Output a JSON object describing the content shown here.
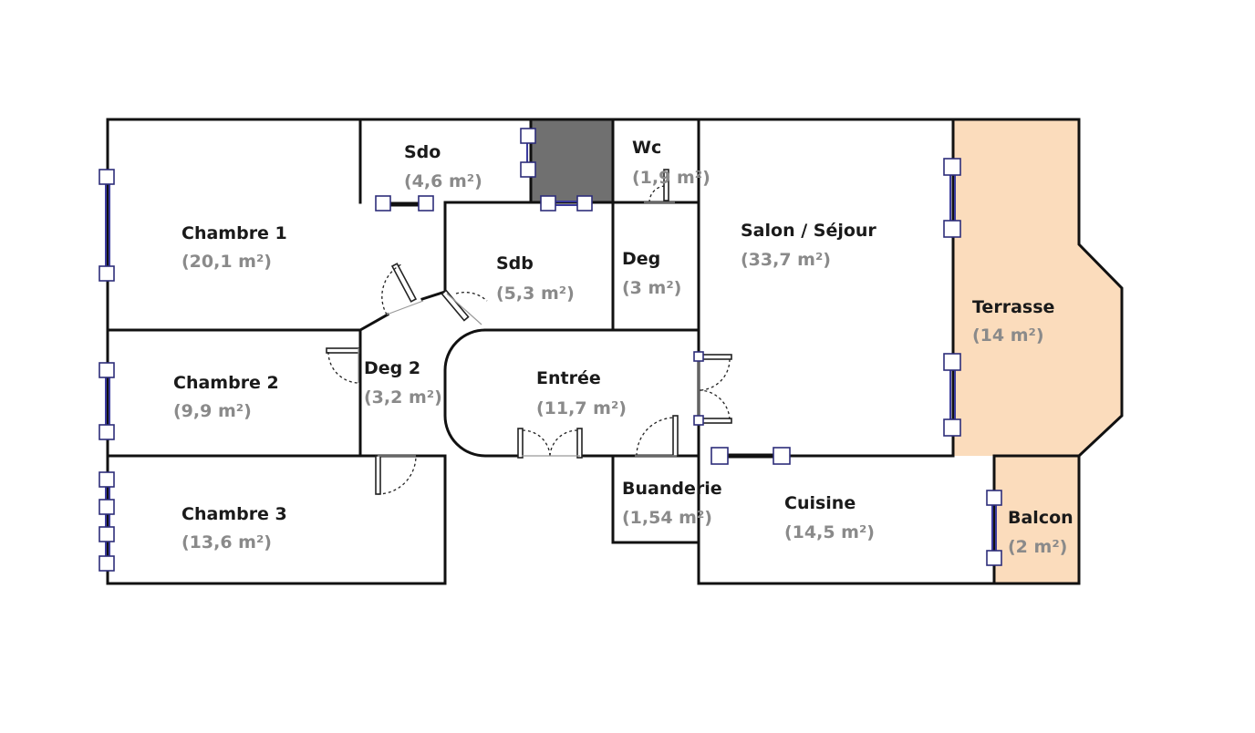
{
  "floorplan": {
    "colors": {
      "wall": "#111111",
      "terrace_fill": "#fbdcbc",
      "closet_fill": "#707070",
      "window": "#3b3b9e",
      "label": "#1a1a1a",
      "area": "#8a8a8a"
    },
    "rooms": [
      {
        "key": "chambre1",
        "name": "Chambre 1",
        "area": "(20,1 m²)"
      },
      {
        "key": "chambre2",
        "name": "Chambre 2",
        "area": "(9,9 m²)"
      },
      {
        "key": "chambre3",
        "name": "Chambre 3",
        "area": "(13,6 m²)"
      },
      {
        "key": "sdo",
        "name": "Sdo",
        "area": "(4,6 m²)"
      },
      {
        "key": "wc",
        "name": "Wc",
        "area": "(1,9 m²)"
      },
      {
        "key": "sdb",
        "name": "Sdb",
        "area": "(5,3 m²)"
      },
      {
        "key": "deg",
        "name": "Deg",
        "area": "(3 m²)"
      },
      {
        "key": "deg2",
        "name": "Deg 2",
        "area": "(3,2 m²)"
      },
      {
        "key": "entree",
        "name": "Entrée",
        "area": "(11,7 m²)"
      },
      {
        "key": "salon",
        "name": "Salon / Séjour",
        "area": "(33,7 m²)"
      },
      {
        "key": "terrasse",
        "name": "Terrasse",
        "area": "(14 m²)"
      },
      {
        "key": "buanderie",
        "name": "Buanderie",
        "area": "(1,54 m²)"
      },
      {
        "key": "cuisine",
        "name": "Cuisine",
        "area": "(14,5 m²)"
      },
      {
        "key": "balcon",
        "name": "Balcon",
        "area": "(2 m²)"
      }
    ]
  }
}
